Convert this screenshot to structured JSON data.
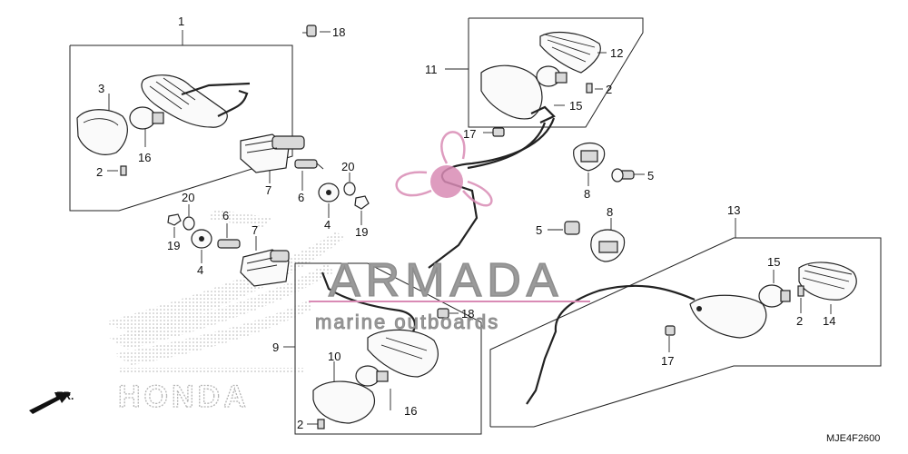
{
  "diagram_code": "MJE4F2600",
  "direction_label": "FR.",
  "brand_text": "HONDA",
  "watermark": {
    "title": "ARMADA",
    "subtitle": "marine outboards",
    "accent_color": "#d98bb5",
    "text_color": "#9a9a9a"
  },
  "callouts": {
    "c1": "1",
    "c3": "3",
    "c16a": "16",
    "c2a": "2",
    "c18a": "18",
    "c7a": "7",
    "c6a": "6",
    "c20a": "20",
    "c4a": "4",
    "c19a": "19",
    "c20b": "20",
    "c6b": "6",
    "c19b": "19",
    "c4b": "4",
    "c7b": "7",
    "c11": "11",
    "c12": "12",
    "c2b": "2",
    "c15a": "15",
    "c17a": "17",
    "c8a": "8",
    "c5a": "5",
    "c5b": "5",
    "c8b": "8",
    "c13": "13",
    "c15b": "15",
    "c2c": "2",
    "c14": "14",
    "c17b": "17",
    "c18b": "18",
    "c9": "9",
    "c10": "10",
    "c16b": "16",
    "c2d": "2"
  }
}
